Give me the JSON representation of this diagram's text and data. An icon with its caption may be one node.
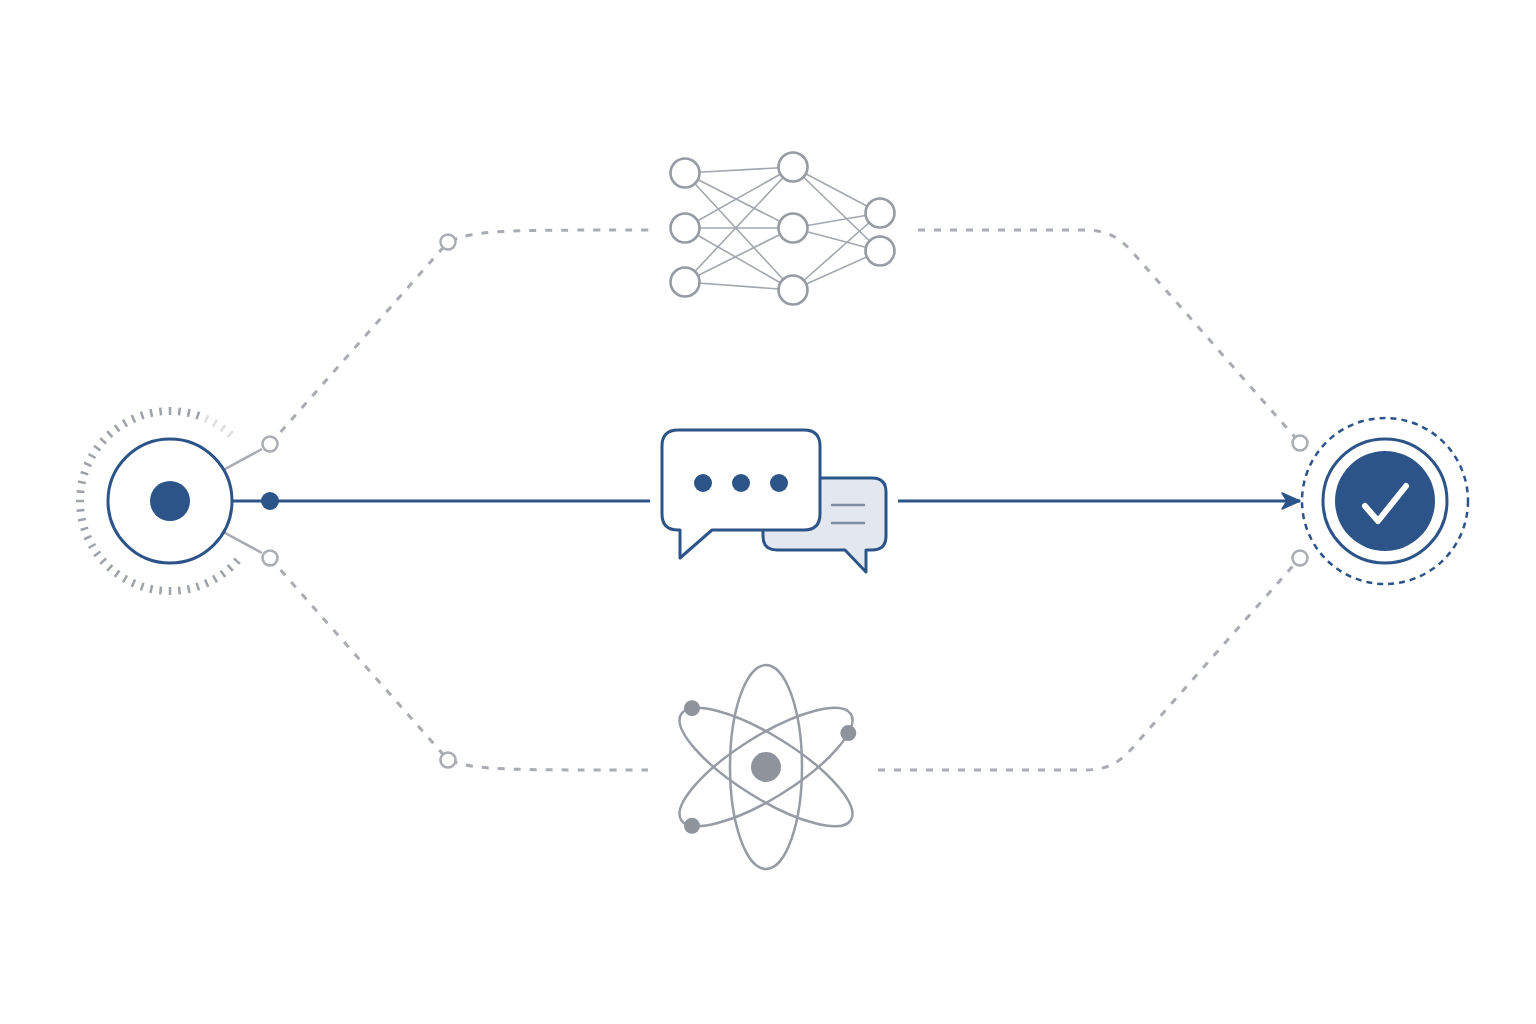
{
  "diagram": {
    "nodes": [
      {
        "text": [],
        "shape": "circle"
      },
      {
        "text": [],
        "shape": "picture"
      },
      {
        "text": [],
        "shape": "picture"
      },
      {
        "text": [],
        "shape": "picture"
      },
      {
        "text": [],
        "shape": "circle"
      }
    ],
    "edges": [
      {
        "from": 0,
        "to": 1,
        "arrow": "other",
        "style": "dashed"
      },
      {
        "from": 0,
        "to": 2,
        "arrow": "other",
        "color": "#2c5488"
      },
      {
        "from": 0,
        "to": 3,
        "arrow": "other",
        "style": "dashed"
      },
      {
        "from": 2,
        "to": 4,
        "arrow": "to",
        "color": "#2c5488"
      },
      {
        "from": 1,
        "to": 4,
        "arrow": "other",
        "style": "dashed"
      },
      {
        "from": 3,
        "to": 4,
        "arrow": "other",
        "style": "dashed"
      }
    ]
  }
}
